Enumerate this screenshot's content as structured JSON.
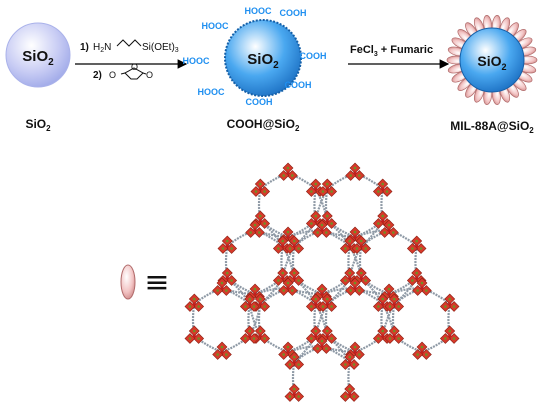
{
  "stages": [
    {
      "core": "SiO",
      "core_sub": "2",
      "caption": "SiO",
      "caption_sub": "2"
    },
    {
      "core": "SiO",
      "core_sub": "2",
      "caption": "COOH@SiO",
      "caption_sub": "2"
    },
    {
      "core": "SiO",
      "core_sub": "2",
      "caption": "MIL-88A@SiO",
      "caption_sub": "2"
    }
  ],
  "step1": {
    "line1_num": "1)",
    "line1_h": "H",
    "line1_h_sub": "2",
    "line1_n": "N",
    "line1_si": "Si(OEt)",
    "line1_si_sub": "3",
    "line2_num": "2)",
    "ring_o": "O",
    "ring_o_left": "O",
    "ring_o_right": "O"
  },
  "step2": {
    "reagent": "FeCl",
    "reagent_sub": "3",
    "reagent_rest": " + Fumaric"
  },
  "cooh_label": "COOH",
  "hooc_label": "HOOC",
  "equiv_symbol": "≡",
  "colors": {
    "core_fill": "#4aa8f0",
    "core_edge": "#1b6fc2",
    "plain_core": "#c8ccf4",
    "cooh_text": "#1f8ff0",
    "mof_crystal": "#f2c3c3",
    "fe_node": "#d63a2a",
    "fe_center": "#6f8f26",
    "linker": "#8f9aa6"
  }
}
